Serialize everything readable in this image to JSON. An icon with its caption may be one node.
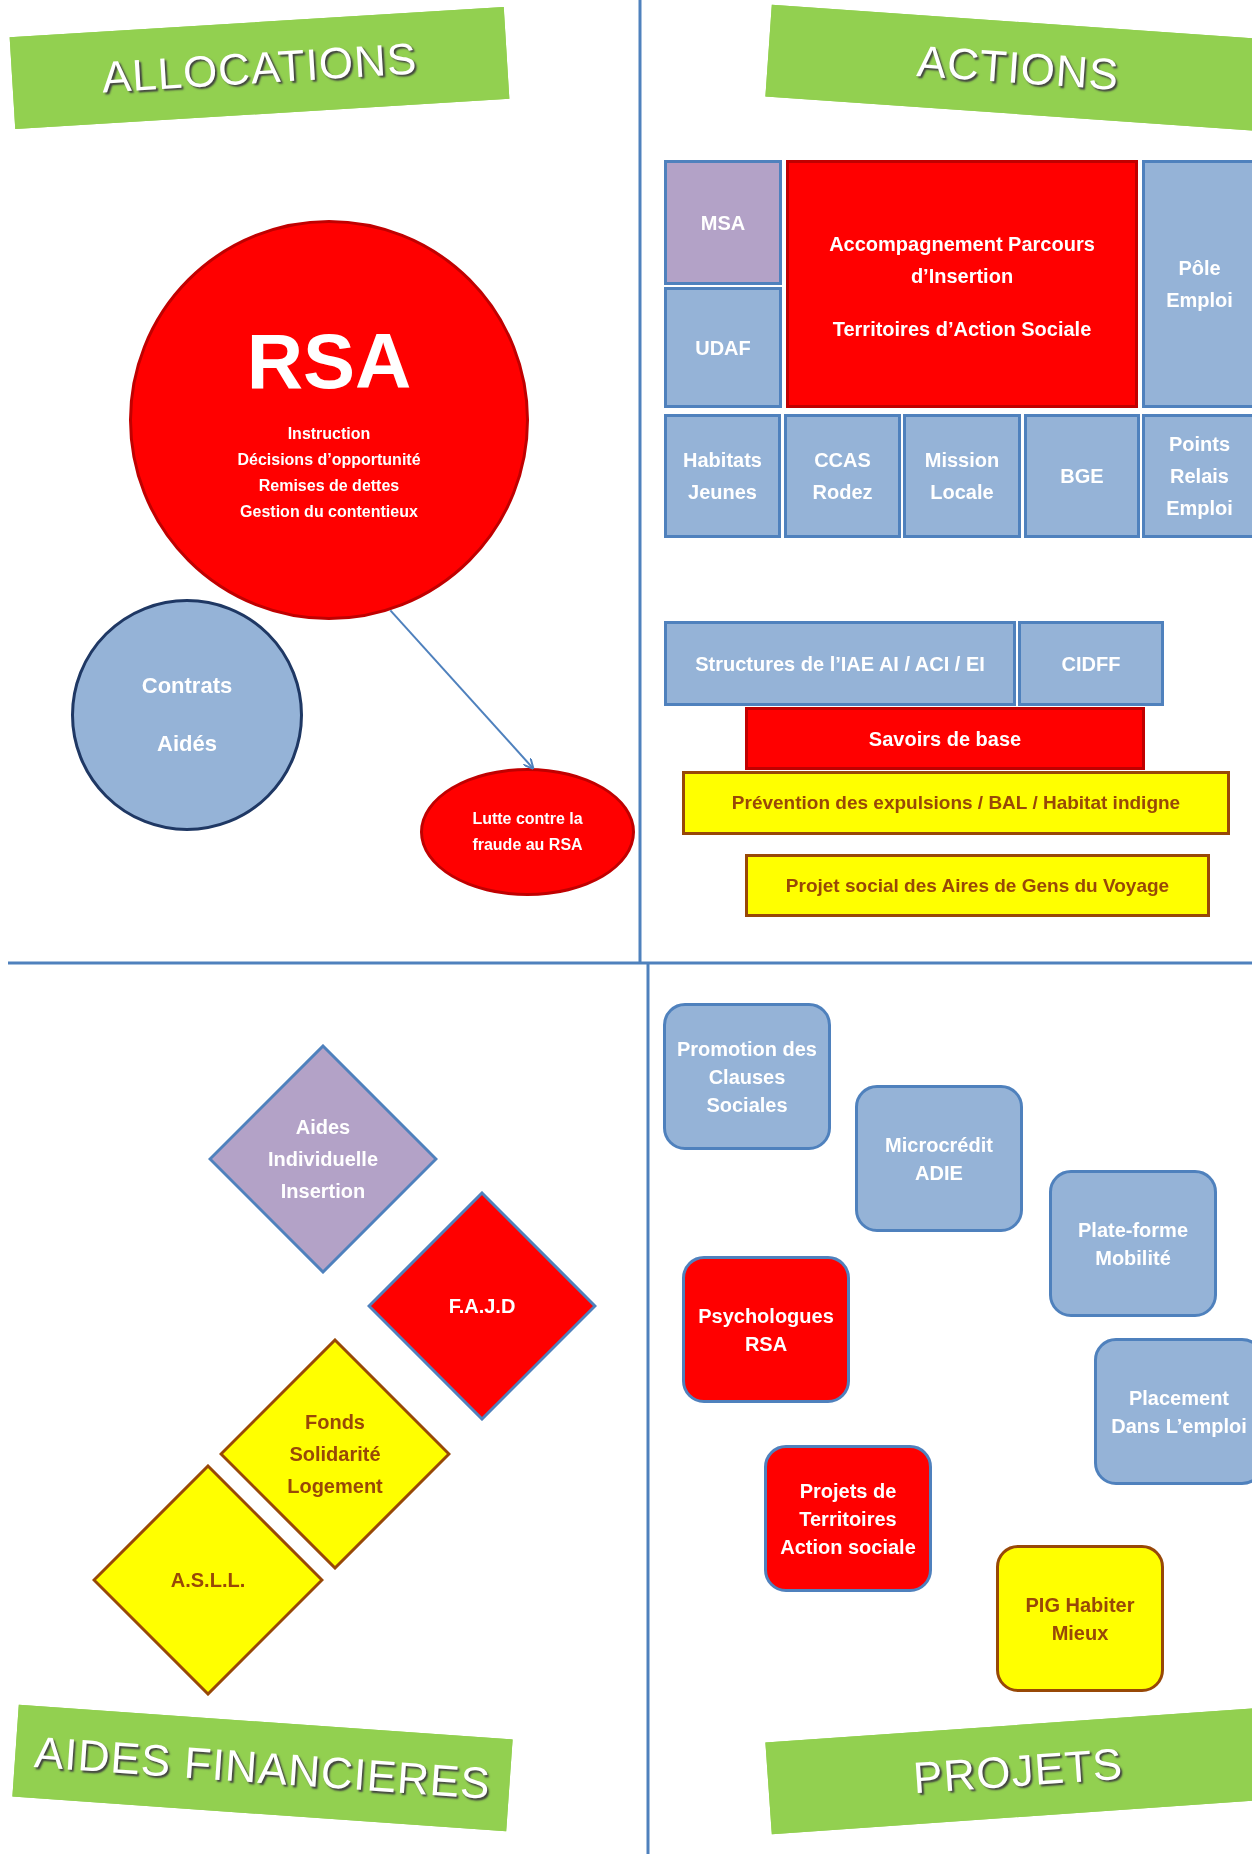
{
  "diagram": {
    "nodes": [
      {
        "text": [
          "ALLOCATIONS"
        ]
      },
      {
        "text": [
          "ACTIONS"
        ]
      },
      {
        "text": [
          "RSA",
          "Instruction",
          "Décisions d’opportunité",
          "Remises de dettes",
          "Gestion du contentieux"
        ]
      },
      {
        "text": [
          "Contrats Aidés"
        ]
      },
      {
        "text": [
          "Lutte contre la fraude au RSA"
        ]
      },
      {
        "text": [
          "MSA"
        ]
      },
      {
        "text": [
          "Accompagnement Parcours d’Insertion",
          "Territoires d’Action Sociale"
        ]
      },
      {
        "text": [
          "Pôle Emploi"
        ]
      },
      {
        "text": [
          "UDAF"
        ]
      },
      {
        "text": [
          "Habitats Jeunes"
        ]
      },
      {
        "text": [
          "CCAS Rodez"
        ]
      },
      {
        "text": [
          "Mission Locale"
        ]
      },
      {
        "text": [
          "BGE"
        ]
      },
      {
        "text": [
          "Points Relais Emploi"
        ]
      },
      {
        "text": [
          "Structures de l’IAE AI / ACI / EI"
        ]
      },
      {
        "text": [
          "CIDFF"
        ]
      },
      {
        "text": [
          "Savoirs de base"
        ]
      },
      {
        "text": [
          "Prévention des expulsions / BAL / Habitat indigne"
        ]
      },
      {
        "text": [
          "Projet social des Aires de Gens du Voyage"
        ]
      },
      {
        "text": [
          "Aides Individuelle Insertion"
        ]
      },
      {
        "text": [
          "F.A.J.D"
        ]
      },
      {
        "text": [
          "Fonds Solidarité Logement"
        ]
      },
      {
        "text": [
          "A.S.L.L."
        ]
      },
      {
        "text": [
          "AIDES FINANCIERES"
        ]
      },
      {
        "text": [
          "Promotion des Clauses Sociales"
        ]
      },
      {
        "text": [
          "Microcrédit ADIE"
        ]
      },
      {
        "text": [
          "Plate-forme Mobilité"
        ]
      },
      {
        "text": [
          "Psychologues RSA"
        ]
      },
      {
        "text": [
          "Placement Dans L’emploi"
        ]
      },
      {
        "text": [
          "Projets de Territoires Action sociale"
        ]
      },
      {
        "text": [
          "PIG Habiter Mieux"
        ]
      },
      {
        "text": [
          "PROJETS"
        ]
      }
    ],
    "edges": [
      {
        "from": 2,
        "to": 4,
        "arrow": "to"
      }
    ]
  }
}
